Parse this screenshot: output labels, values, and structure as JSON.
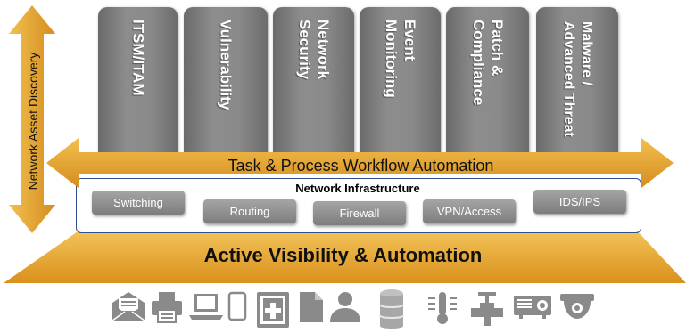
{
  "pillars": [
    {
      "label": "ITSM/ITAM"
    },
    {
      "label": "Vulnerability"
    },
    {
      "label": "Network\nSecurity"
    },
    {
      "label": "Event\nMonitoring"
    },
    {
      "label": "Patch &\nCompliance"
    },
    {
      "label": "Malware /\nAdvanced Threat"
    }
  ],
  "side_arrow": {
    "label": "Network Asset Discovery"
  },
  "workflow": {
    "label": "Task & Process Workflow Automation"
  },
  "infrastructure": {
    "title": "Network Infrastructure",
    "items": [
      "Switching",
      "Routing",
      "Firewall",
      "VPN/Access",
      "IDS/IPS"
    ]
  },
  "base": {
    "label": "Active Visibility & Automation"
  },
  "device_icons": [
    "mail-icon",
    "printer-icon",
    "laptop-icon",
    "tablet-icon",
    "medical-device-icon",
    "document-icon",
    "user-icon",
    "database-icon",
    "thermometer-icon",
    "valve-icon",
    "projector-icon",
    "camera-icon"
  ],
  "colors": {
    "gold": "#e8a52a",
    "gold_dark": "#c8851a",
    "pillar_gray": "#7f7f7f",
    "infra_border": "#2d4f8f"
  }
}
